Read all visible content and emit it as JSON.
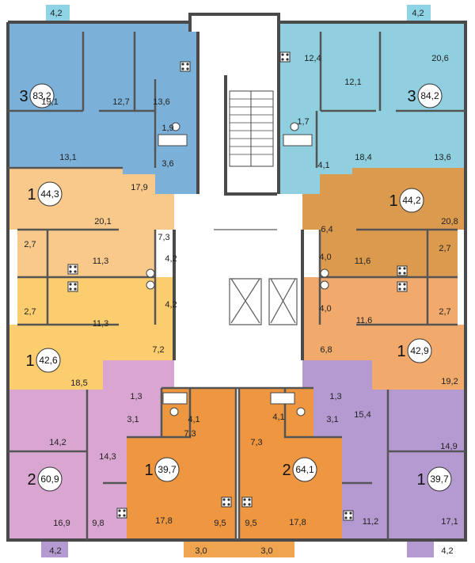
{
  "colors": {
    "blue_left": "#7bb1d9",
    "blue_right": "#8fcfdf",
    "peach": "#f8c98a",
    "orange_light": "#f5b870",
    "orange_dark": "#dc9a4e",
    "yellow": "#fbcd6e",
    "salmon": "#f2aa6c",
    "pink": "#d9a6d2",
    "lilac": "#b59ad2",
    "orange": "#ee9640",
    "balcony_blue": "#8fd3e6",
    "balcony_purple": "#b59ad2",
    "balcony_orange": "#f0a450"
  },
  "apartments": [
    {
      "id": "a1",
      "rooms": "3",
      "total": "83,2"
    },
    {
      "id": "a2",
      "rooms": "3",
      "total": "84,2"
    },
    {
      "id": "a3",
      "rooms": "1",
      "total": "44,3"
    },
    {
      "id": "a4",
      "rooms": "1",
      "total": "44,2"
    },
    {
      "id": "a5",
      "rooms": "1",
      "total": "42,6"
    },
    {
      "id": "a6",
      "rooms": "1",
      "total": "42,9"
    },
    {
      "id": "a7",
      "rooms": "2",
      "total": "60,9"
    },
    {
      "id": "a8",
      "rooms": "1",
      "total": "39,7"
    },
    {
      "id": "a9",
      "rooms": "1",
      "total": "39,7"
    },
    {
      "id": "a10",
      "rooms": "2",
      "total": "64,1"
    }
  ],
  "room_areas": [
    "4,2",
    "4,2",
    "19,1",
    "12,7",
    "13,6",
    "1,9",
    "13,1",
    "3,6",
    "17,9",
    "12,4",
    "20,6",
    "12,1",
    "1,7",
    "18,4",
    "4,1",
    "13,6",
    "20,1",
    "7,3",
    "2,7",
    "11,3",
    "4,2",
    "2,7",
    "11,3",
    "4,2",
    "7,2",
    "18,5",
    "6,4",
    "20,8",
    "4,0",
    "11,6",
    "2,7",
    "4,0",
    "11,6",
    "2,7",
    "6,8",
    "19,2",
    "1,3",
    "3,1",
    "4,1",
    "14,2",
    "14,3",
    "7,3",
    "16,9",
    "9,8",
    "17,8",
    "9,5",
    "1,3",
    "4,1",
    "3,1",
    "7,3",
    "15,4",
    "14,9",
    "9,5",
    "17,8",
    "11,2",
    "17,1",
    "4,2",
    "3,0",
    "3,0",
    "4,2"
  ]
}
